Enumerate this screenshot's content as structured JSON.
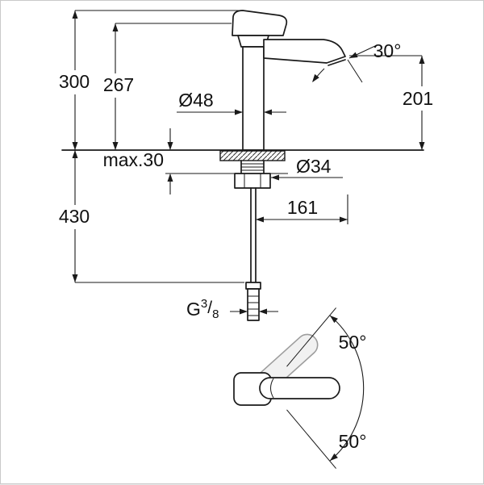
{
  "drawing": {
    "side_view": {
      "dim_total_height": "300",
      "dim_lever_height": "267",
      "dim_spout_angle": "30°",
      "dim_spout_height": "201",
      "dim_body_diameter": "Ø48",
      "dim_max_deck_thickness": "max.30",
      "dim_hole_diameter": "Ø34",
      "dim_below_deck": "430",
      "dim_spout_reach": "161"
    },
    "connection": {
      "thread_prefix": "G",
      "thread_numerator": "3",
      "thread_slash": "/",
      "thread_denominator": "8"
    },
    "top_view": {
      "dim_swivel_upper": "50°",
      "dim_swivel_lower": "50°"
    },
    "colors": {
      "line": "#1a1a1a",
      "ghost": "#9d9d9d",
      "background": "#ffffff"
    }
  }
}
